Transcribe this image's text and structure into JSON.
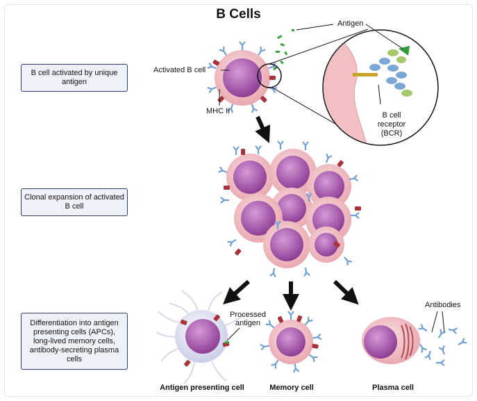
{
  "title": "B Cells",
  "steps": [
    {
      "text": "B cell activated by unique antigen"
    },
    {
      "text": "Clonal expansion of activated B cell"
    },
    {
      "text": "Differentiation into antigen presenting cells (APCs), long-lived memory cells, antibody-secreting plasma cells"
    }
  ],
  "labels": {
    "antigen": "Antigen",
    "activated_b_cell": "Activated B cell",
    "mhc_ii": "MHC II",
    "bcr": "B cell receptor (BCR)",
    "processed_antigen": "Processed antigen",
    "antibodies": "Antibodies"
  },
  "captions": {
    "apc": "Antigen presenting cell",
    "memory": "Memory cell",
    "plasma": "Plasma cell"
  },
  "colors": {
    "cell_outer": "#f2c4c8",
    "cell_nucleus": "#b46ab8",
    "receptor": "#6f9fd4",
    "mhc": "#a8323a",
    "antigen": "#3aa33a",
    "box_border": "#2c3e66"
  }
}
